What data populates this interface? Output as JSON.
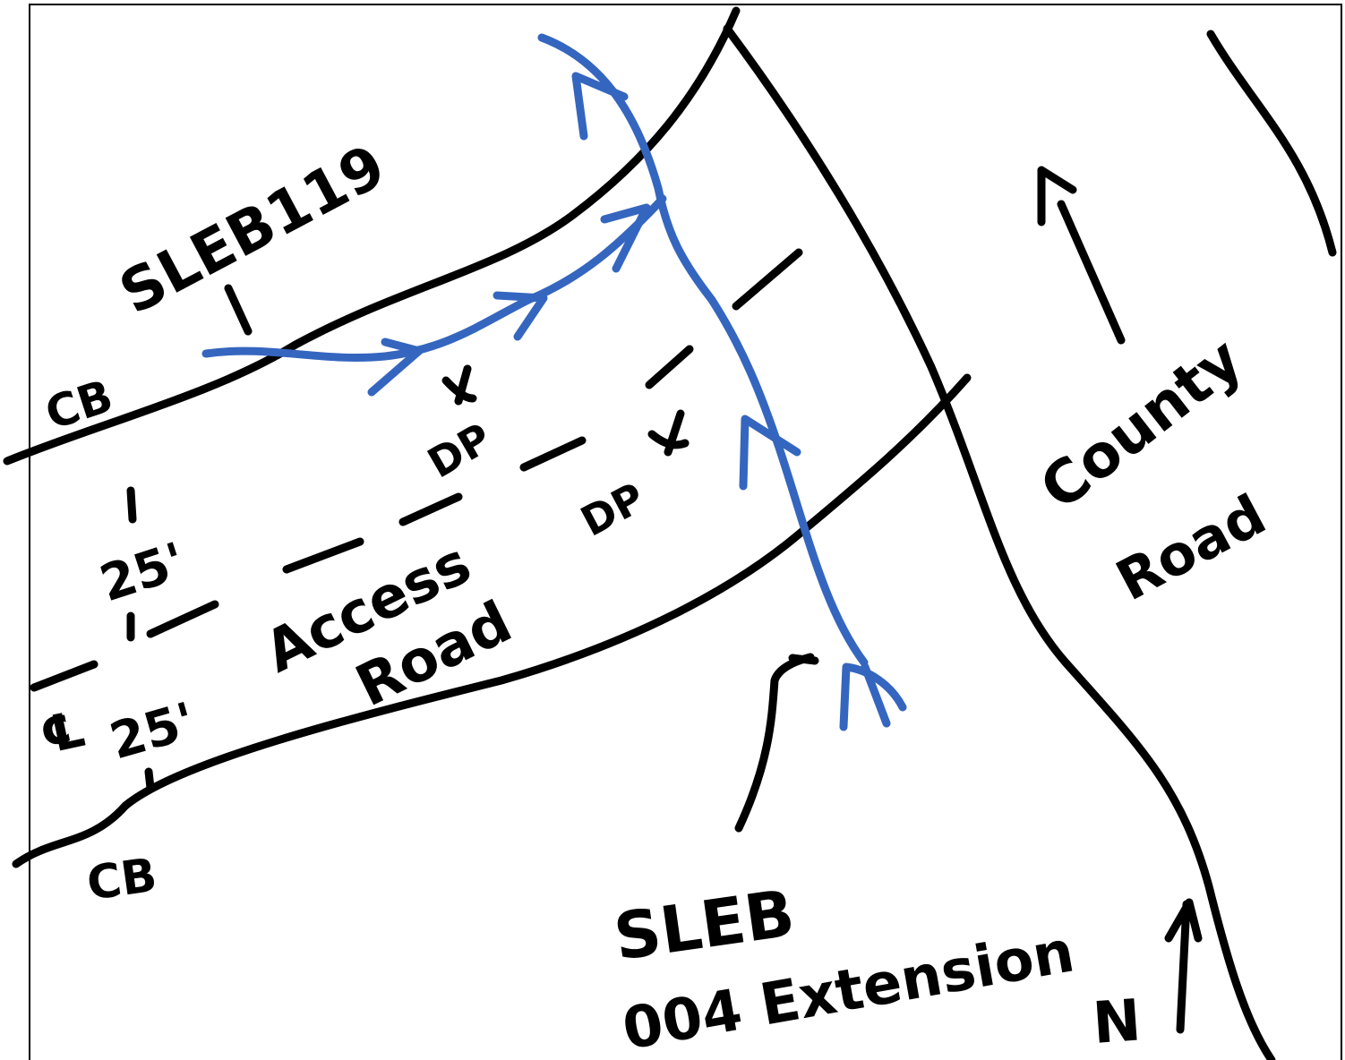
{
  "colors": {
    "ink": "#000000",
    "flow": "#3566BF",
    "background": "#ffffff"
  },
  "labels": {
    "culvert_top": "SLEB119",
    "cb_top": "CB",
    "cb_bottom": "CB",
    "width_upper": "25'",
    "width_lower": "25'",
    "centerline": "℄",
    "access_road_line1": "Access",
    "access_road_line2": "Road",
    "dp1": "DP",
    "dp2": "DP",
    "culvert_bottom_line1": "SLEB",
    "culvert_bottom_line2": "004 Extension",
    "county_road_line1": "County",
    "county_road_line2": "Road",
    "north": "N"
  }
}
